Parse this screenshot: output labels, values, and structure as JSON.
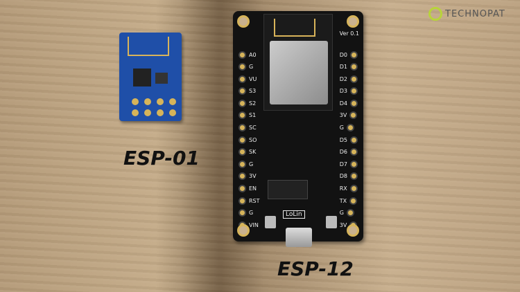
{
  "labels": {
    "esp01": "ESP-01",
    "esp12": "ESP-12"
  },
  "board": {
    "version": "Ver 0.1",
    "brand": "LoLin",
    "left_pins": [
      "A0",
      "G",
      "VU",
      "S3",
      "S2",
      "S1",
      "SC",
      "SO",
      "SK",
      "G",
      "3V",
      "EN",
      "RST",
      "G",
      "VIN"
    ],
    "right_pins": [
      "D0",
      "D1",
      "D2",
      "D3",
      "D4",
      "3V",
      "G",
      "D5",
      "D6",
      "D7",
      "D8",
      "RX",
      "TX",
      "G",
      "3V"
    ]
  },
  "logo": {
    "text": "TECHNOPAT"
  }
}
